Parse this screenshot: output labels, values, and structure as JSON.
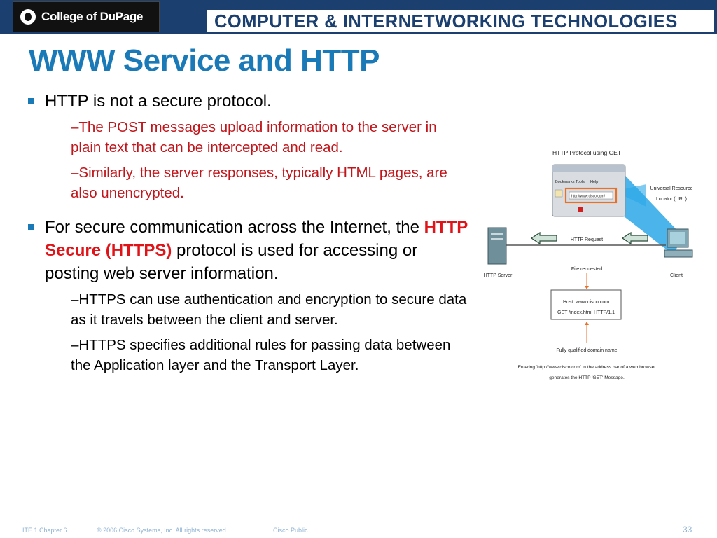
{
  "header": {
    "logo_text": "College of DuPage",
    "banner_text": "COMPUTER & INTERNETWORKING TECHNOLOGIES"
  },
  "title": "WWW Service and HTTP",
  "bullets": [
    {
      "text": "HTTP is not a secure protocol.",
      "sub": [
        "–The POST messages upload information to the server in plain text that can be intercepted and read.",
        "–Similarly, the server responses, typically HTML pages, are also unencrypted."
      ]
    },
    {
      "text_before": "For secure communication across the Internet, the ",
      "text_highlight": "HTTP Secure (HTTPS)",
      "text_after": " protocol is used for accessing or posting web server information.",
      "sub": [
        "–HTTPS can use authentication and encryption to secure data as it travels between the client and server.",
        "–HTTPS specifies additional rules for passing data between the Application layer and the Transport Layer."
      ]
    }
  ],
  "figure": {
    "title": "HTTP Protocol using GET",
    "menu": [
      "Bookmarks",
      "Tools",
      "Help"
    ],
    "url": "http://www.cisco.com/",
    "url_label_1": "Universal Resource",
    "url_label_2": "Locator (URL)",
    "request_label": "HTTP Request",
    "server_label": "HTTP Server",
    "client_label": "Client",
    "file_label": "File requested",
    "box_line_1": "Host: www.cisco.com",
    "box_line_2": "GET /index.html HTTP/1.1",
    "fqdn_label": "Fully qualified domain name",
    "caption_1": "Entering 'http://www.cisco.com' in the address bar of a web browser",
    "caption_2": "generates the HTTP 'GET' Message."
  },
  "footer": {
    "chapter": "ITE 1 Chapter 6",
    "copyright": "© 2006 Cisco Systems, Inc. All rights reserved.",
    "classification": "Cisco Public",
    "page": "33"
  },
  "colors": {
    "header_navy": "#1b3f6e",
    "title_blue": "#1a79b7",
    "sub_red": "#c0161b",
    "highlight_red": "#e01418",
    "footer_blue": "#8fb3d3",
    "fig_orange": "#e8712a"
  }
}
